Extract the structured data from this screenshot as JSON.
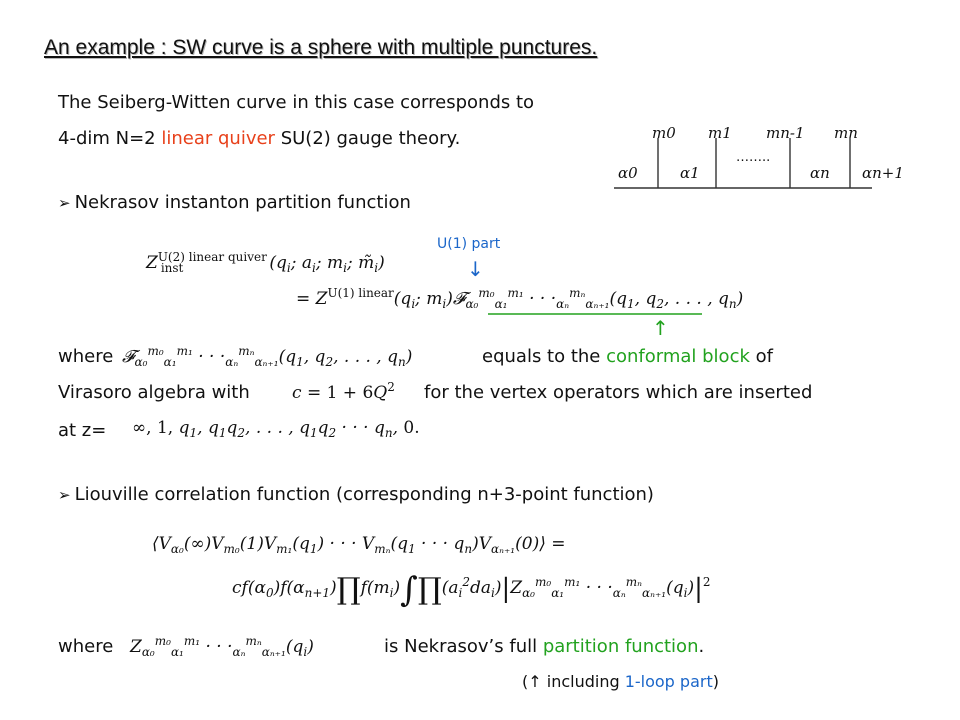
{
  "title": "An example : SW curve is a sphere with multiple punctures.",
  "intro": {
    "line1": "The Seiberg-Witten curve in this case corresponds to",
    "line2_pre": "4-dim N=2 ",
    "line2_colored": "linear quiver",
    "line2_post": " SU(2) gauge theory."
  },
  "quiver": {
    "top_labels": [
      "m0",
      "m1",
      "mn-1",
      "mn"
    ],
    "bottom_labels": [
      "α0",
      "α1",
      "αn",
      "αn+1"
    ],
    "ellipsis": "……..",
    "colors": {
      "line": "#333333"
    }
  },
  "bullet1": {
    "glyph": "➢",
    "text": "Nekrasov instanton partition function",
    "u1_label": "U(1) part",
    "arrow_down": "↓",
    "arrow_up": "↑"
  },
  "where1": {
    "word": "where",
    "text1": "equals to the ",
    "colored": "conformal block",
    "text2": " of",
    "line2_pre": "Virasoro algebra with",
    "line2_post": "for the vertex operators which are inserted",
    "line3": "at  z="
  },
  "bullet2": {
    "glyph": "➢",
    "text": "Liouville correlation function (corresponding n+3-point function)"
  },
  "where2": {
    "word": "where",
    "text": "is Nekrasov’s full ",
    "colored": "partition function",
    "end": "."
  },
  "note": {
    "open": "(",
    "arrow": "↑",
    "pre": " including ",
    "colored": "1-loop part",
    "close": ")"
  },
  "colors": {
    "red": "#e8411b",
    "green": "#22a21f",
    "blue": "#1b66c9"
  }
}
